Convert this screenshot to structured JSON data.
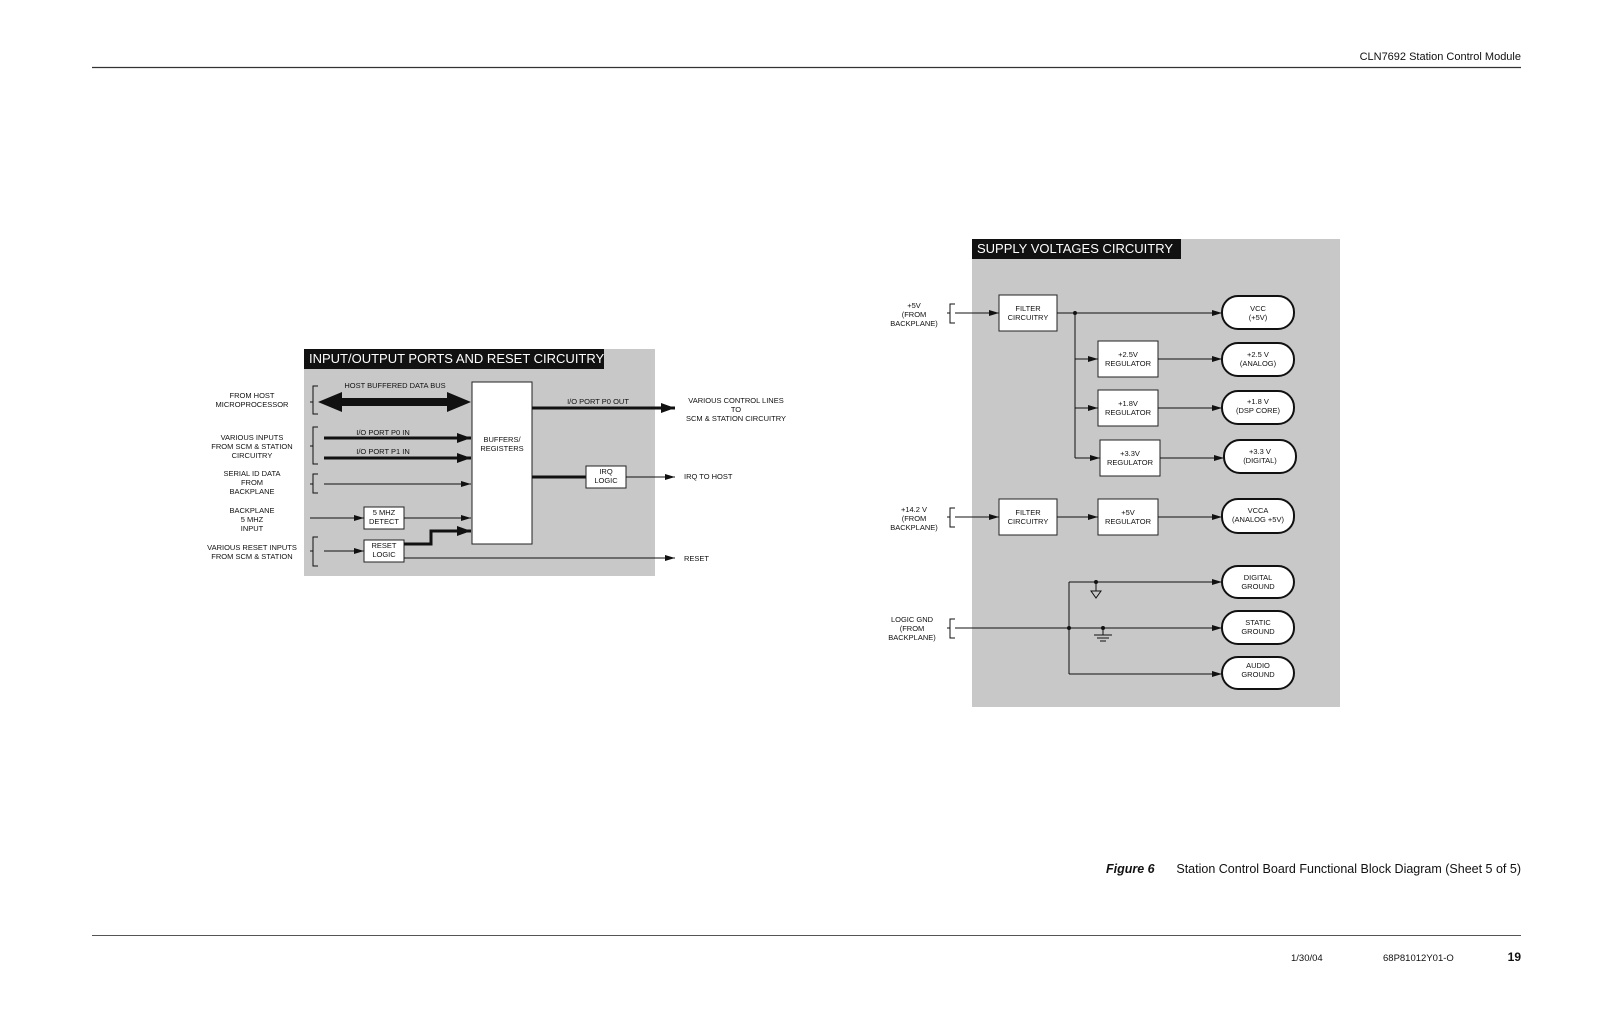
{
  "header": {
    "title": "CLN7692 Station Control Module"
  },
  "footer": {
    "date": "1/30/04",
    "doc_number": "68P81012Y01-O",
    "page": "19"
  },
  "caption": {
    "label": "Figure 6",
    "text": "Station Control Board Functional Block Diagram (Sheet 5 of 5)"
  },
  "io_diagram": {
    "title": "INPUT/OUTPUT PORTS AND RESET CIRCUITRY",
    "inputs": {
      "host": [
        "FROM HOST",
        "MICROPROCESSOR"
      ],
      "various": [
        "VARIOUS INPUTS",
        "FROM SCM & STATION",
        "CIRCUITRY"
      ],
      "serial": [
        "SERIAL ID DATA",
        "FROM",
        "BACKPLANE"
      ],
      "backplane": [
        "BACKPLANE",
        "5 MHZ",
        "INPUT"
      ],
      "reset": [
        "VARIOUS RESET INPUTS",
        "FROM SCM & STATION"
      ]
    },
    "bus_label": "HOST BUFFERED DATA BUS",
    "p0_in": "I/O PORT P0 IN",
    "p1_in": "I/O PORT P1 IN",
    "p0_out": "I/O PORT P0 OUT",
    "buffers": [
      "BUFFERS/",
      "REGISTERS"
    ],
    "detect": [
      "5 MHZ",
      "DETECT"
    ],
    "reset_logic": [
      "RESET",
      "LOGIC"
    ],
    "irq_logic": [
      "IRQ",
      "LOGIC"
    ],
    "outputs": {
      "control": [
        "VARIOUS CONTROL LINES",
        "TO",
        "SCM & STATION CIRCUITRY"
      ],
      "irq": "IRQ TO HOST",
      "reset": "RESET"
    }
  },
  "supply_diagram": {
    "title": "SUPPLY VOLTAGES CIRCUITRY",
    "inputs": {
      "v5": [
        "+5V",
        "(FROM",
        "BACKPLANE)"
      ],
      "v14": [
        "+14.2 V",
        "(FROM",
        "BACKPLANE)"
      ],
      "gnd": [
        "LOGIC GND",
        "(FROM",
        "BACKPLANE)"
      ]
    },
    "filter": [
      "FILTER",
      "CIRCUITRY"
    ],
    "filter2": [
      "FILTER",
      "CIRCUITRY"
    ],
    "reg25": [
      "+2.5V",
      "REGULATOR"
    ],
    "reg18": [
      "+1.8V",
      "REGULATOR"
    ],
    "reg33": [
      "+3.3V",
      "REGULATOR"
    ],
    "reg5": [
      "+5V",
      "REGULATOR"
    ],
    "outputs": {
      "vcc": [
        "VCC",
        "(+5V)"
      ],
      "v25": [
        "+2.5 V",
        "(ANALOG)"
      ],
      "v18": [
        "+1.8 V",
        "(DSP CORE)"
      ],
      "v33": [
        "+3.3 V",
        "(DIGITAL)"
      ],
      "vcca": [
        "VCCA",
        "(ANALOG +5V)"
      ],
      "dgnd": [
        "DIGITAL",
        "GROUND"
      ],
      "sgnd": [
        "STATIC",
        "GROUND"
      ],
      "agnd": [
        "AUDIO",
        "GROUND"
      ]
    }
  }
}
